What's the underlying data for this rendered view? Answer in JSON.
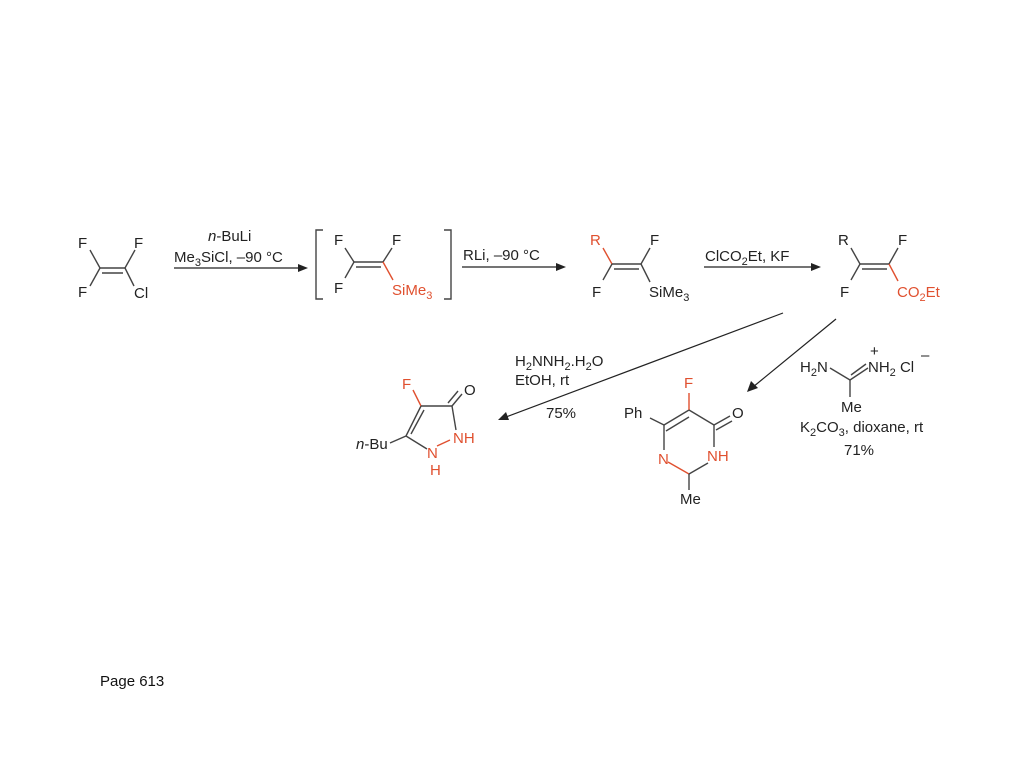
{
  "footer": {
    "page_label": "Page 613"
  },
  "colors": {
    "highlight": "#e0502f",
    "text": "#222222"
  },
  "reagents": {
    "step1_line1": "n-BuLi",
    "step1_line2": "Me3SiCl, –90 °C",
    "step2": "RLi, –90 °C",
    "step3": "ClCO2Et, KF",
    "step4_line1": "H2NNH2.H2O",
    "step4_line2": "EtOH, rt",
    "step4_yield": "75%",
    "step5_amidine": "H2N(C=NH2+)Me Cl–",
    "step5_line1": "K2CO3, dioxane, rt",
    "step5_yield": "71%"
  },
  "atoms": {
    "F": "F",
    "Cl": "Cl",
    "SiMe3": "SiMe3",
    "R": "R",
    "CO2Et": "CO2Et",
    "O": "O",
    "NH": "NH",
    "N": "N",
    "H": "H",
    "nBu": "n-Bu",
    "Ph": "Ph",
    "Me": "Me",
    "H2N": "H2N",
    "NH2": "NH2",
    "Cl_minus": "Cl",
    "plus": "+",
    "minus": "–"
  }
}
